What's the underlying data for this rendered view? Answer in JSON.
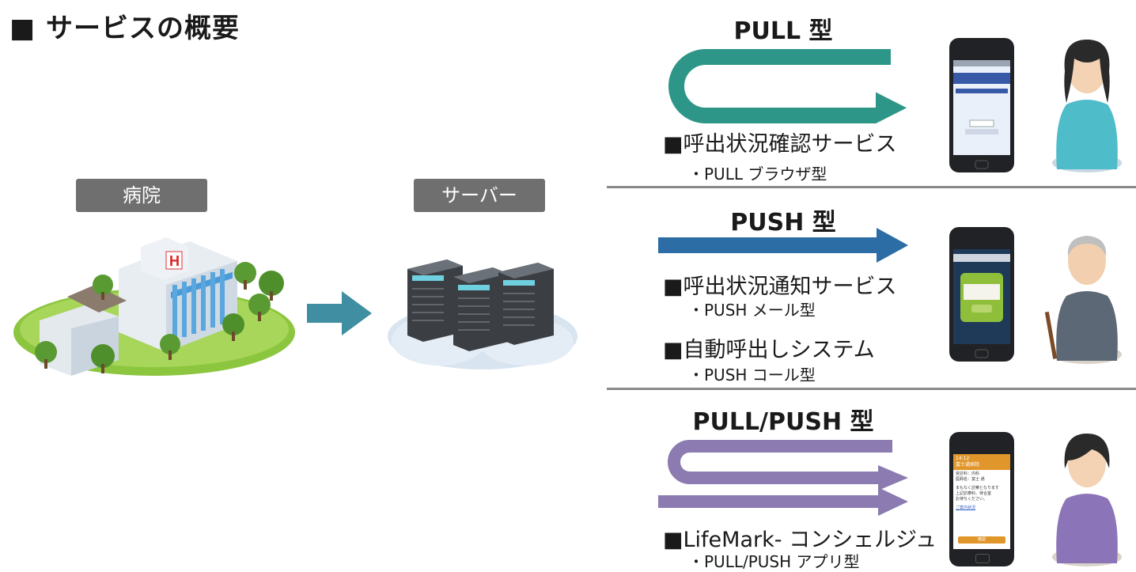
{
  "title": "■ サービスの概要",
  "hospital_label": "病院",
  "server_label": "サーバー",
  "sections": [
    {
      "header": "PULL 型",
      "services": [
        {
          "name": "■呼出状況確認サービス",
          "sub": "・PULL ブラウザ型"
        }
      ]
    },
    {
      "header": "PUSH 型",
      "services": [
        {
          "name": "■呼出状況通知サービス",
          "sub": "・PUSH メール型"
        },
        {
          "name": "■自動呼出しシステム",
          "sub": "・PUSH コール型"
        }
      ]
    },
    {
      "header": "PULL/PUSH 型",
      "services": [
        {
          "name": "■LifeMark- コンシェルジュ",
          "sub": "・PULL/PUSH アプリ型"
        }
      ]
    }
  ],
  "phone3": {
    "time": "14:12",
    "hospital": "富士通病院",
    "line1": "受診科：内科",
    "line2": "医師名：富士 通",
    "line3": "まもなく診察となります",
    "line4": "上記診療科、待合室",
    "line5": "お待ちください。",
    "link": "ご案内状況",
    "button": "確認"
  },
  "colors": {
    "teal": "#2e9688",
    "blue": "#2c6da5",
    "purple": "#8c7bb0",
    "arrow_mid": "#3f8ea1"
  }
}
